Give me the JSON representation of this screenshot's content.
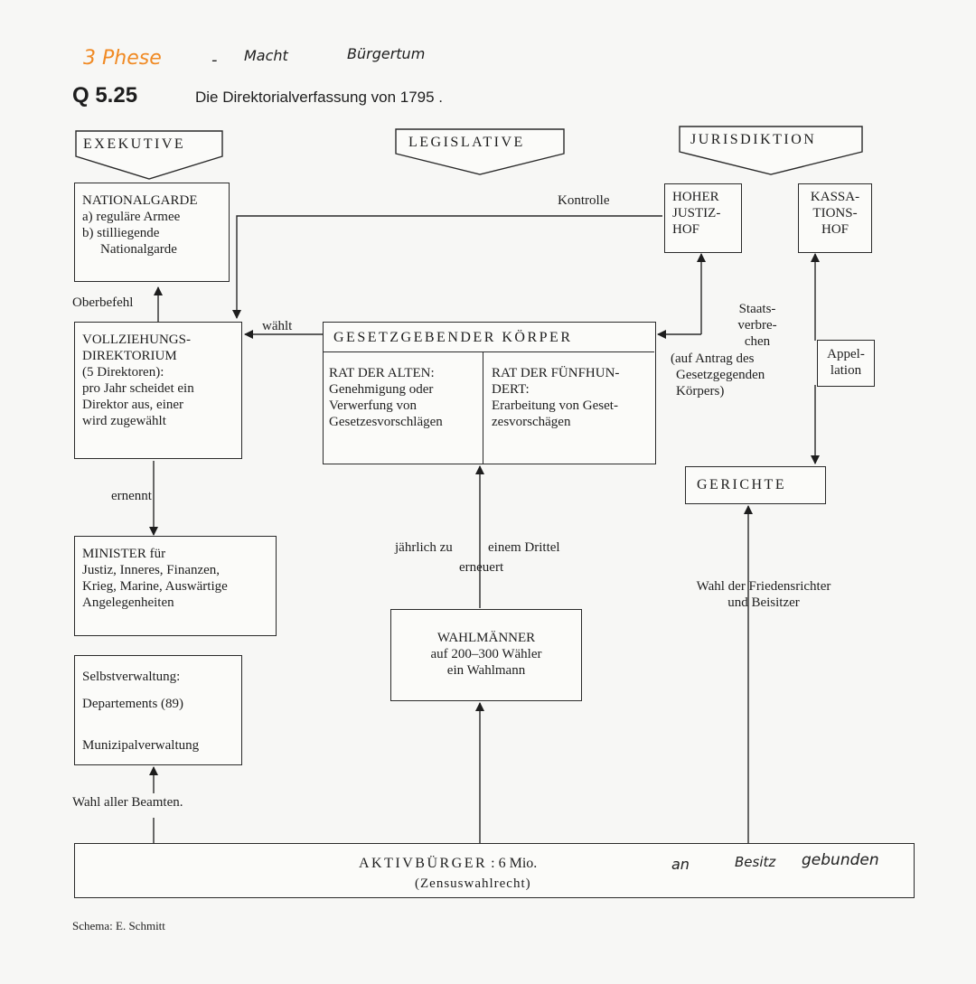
{
  "handwriting": {
    "phase": "3 Phese",
    "dash": "-",
    "macht": "Macht",
    "buergertum": "Bürgertum",
    "tail_an": "an",
    "tail_besitz": "Besitz",
    "tail_gebunden": "gebunden"
  },
  "header": {
    "code": "Q 5.25",
    "title": "Die Direktorialverfassung von 1795 ."
  },
  "branches": {
    "executive": "EXEKUTIVE",
    "legislative": "LEGISLATIVE",
    "judiciary": "JURISDIKTION"
  },
  "nationalgarde": {
    "l1": "NATIONALGARDE",
    "l2": "a) reguläre Armee",
    "l3": "b) stilliegende",
    "l4": "Nationalgarde"
  },
  "oberbefehl": "Oberbefehl",
  "kontrolle": "Kontrolle",
  "hoher_justizhof": {
    "l1": "HOHER",
    "l2": "JUSTIZ-",
    "l3": "HOF"
  },
  "kassationshof": {
    "l1": "KASSA-",
    "l2": "TIONS-",
    "l3": "HOF"
  },
  "direktorium": {
    "l1": "VOLLZIEHUNGS-",
    "l2": "DIREKTORIUM",
    "l3": "(5 Direktoren):",
    "l4": "pro Jahr scheidet ein",
    "l5": "Direktor aus, einer",
    "l6": "wird zugewählt"
  },
  "waehlt": "wählt",
  "gesetzgebender_koerper": {
    "title": "GESETZGEBENDER KÖRPER",
    "alten": {
      "l1": "RAT DER ALTEN:",
      "l2": "Genehmigung oder",
      "l3": "Verwerfung von",
      "l4": "Gesetzesvorschlägen"
    },
    "fuenfhundert": {
      "l1": "RAT DER FÜNFHUN-",
      "l2": "DERT:",
      "l3": "Erarbeitung von Geset-",
      "l4": "zesvorschägen"
    }
  },
  "staatsverbrechen": {
    "l1": "Staats-",
    "l2": "verbre-",
    "l3": "chen",
    "l4": "(auf Antrag des",
    "l5": "Gesetzgegenden",
    "l6": "Körpers)"
  },
  "appellation": {
    "l1": "Appel-",
    "l2": "lation"
  },
  "gerichte": "GERICHTE",
  "ernennt": "ernennt",
  "minister": {
    "l1": "MINISTER für",
    "l2": "Justiz, Inneres, Finanzen,",
    "l3": "Krieg, Marine, Auswärtige",
    "l4": "Angelegenheiten"
  },
  "erneuerung": {
    "l1a": "jährlich zu",
    "l1b": "einem Drittel",
    "l2": "erneuert"
  },
  "friedensrichter": {
    "l1": "Wahl der Friedensrichter",
    "l2": "und Beisitzer"
  },
  "wahlmaenner": {
    "l1": "WAHLMÄNNER",
    "l2": "auf 200–300 Wähler",
    "l3": "ein Wahlmann"
  },
  "selbstverwaltung": {
    "l1": "Selbstverwaltung:",
    "l2": "Departements (89)",
    "l3": "Munizipalverwaltung"
  },
  "wahl_beamten": "Wahl aller Beamten.",
  "aktivbuerger": {
    "l1a": "AKTIVBÜRGER",
    "l1b": ": 6 Mio.",
    "l2": "(Zensuswahlrecht)"
  },
  "schema": "Schema: E. Schmitt"
}
